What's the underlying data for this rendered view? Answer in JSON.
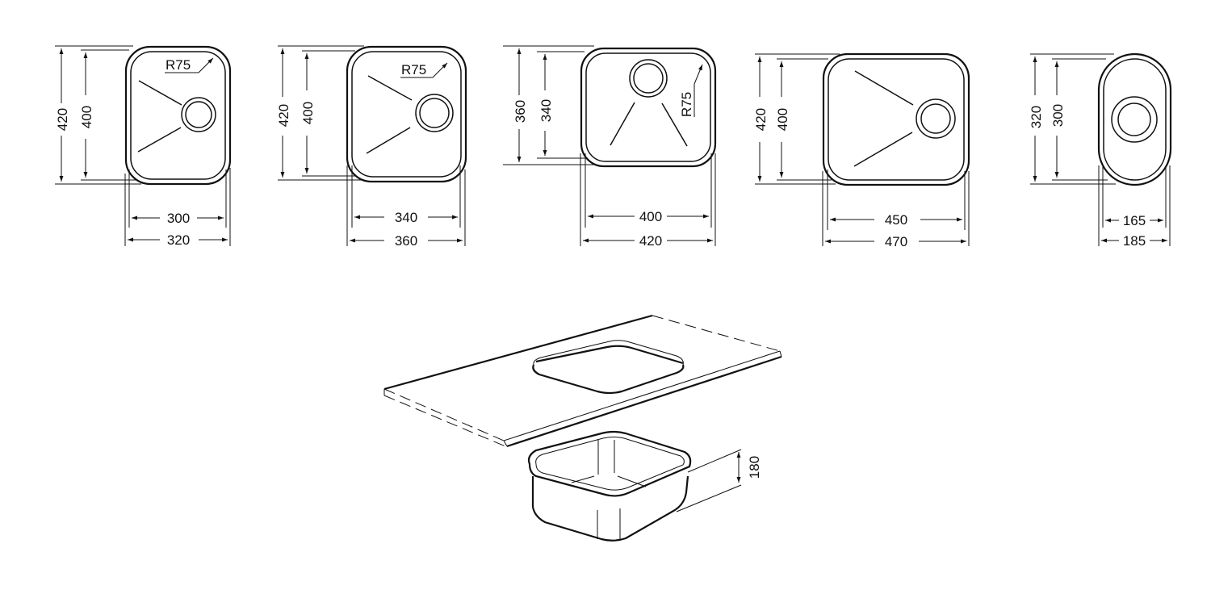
{
  "drawing": {
    "type": "technical-drawing",
    "subject": "Undermount kitchen sink bowl dimensions (mm)",
    "background": "#ffffff",
    "line_color": "#111111"
  },
  "sinks": [
    {
      "id": "sink-1",
      "shape": "rounded-rectangle",
      "outer_height": "420",
      "inner_height": "400",
      "inner_width": "300",
      "outer_width": "320",
      "radius_label": "R75",
      "drain_position": "right"
    },
    {
      "id": "sink-2",
      "shape": "rounded-rectangle",
      "outer_height": "420",
      "inner_height": "400",
      "inner_width": "340",
      "outer_width": "360",
      "radius_label": "R75",
      "drain_position": "right"
    },
    {
      "id": "sink-3",
      "shape": "rounded-rectangle",
      "outer_height": "360",
      "inner_height": "340",
      "inner_width": "400",
      "outer_width": "420",
      "radius_label": "R75",
      "drain_position": "top"
    },
    {
      "id": "sink-4",
      "shape": "rounded-rectangle",
      "outer_height": "420",
      "inner_height": "400",
      "inner_width": "450",
      "outer_width": "470",
      "radius_label": "",
      "drain_position": "right"
    },
    {
      "id": "sink-5",
      "shape": "oval",
      "outer_height": "320",
      "inner_height": "300",
      "inner_width": "165",
      "outer_width": "185",
      "radius_label": "",
      "drain_position": "center"
    }
  ],
  "installation_view": {
    "depth_label": "180",
    "description": "Countertop with cut-out and undermount bowl below"
  }
}
